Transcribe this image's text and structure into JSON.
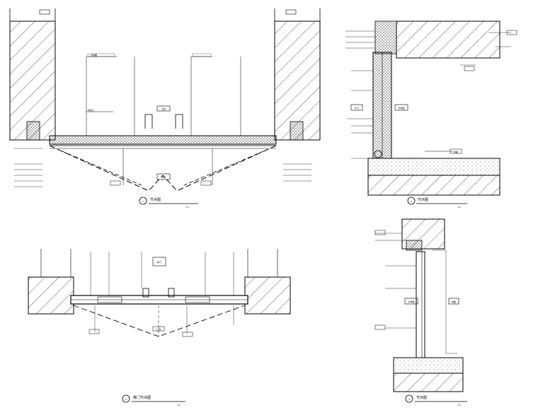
{
  "detail_1": {
    "title": "节点图",
    "scale": "1:5",
    "number": "1",
    "tag": "大样",
    "label_cabinet": "折叠门",
    "label_frame": "木饰面",
    "label_hinge": "五金"
  },
  "detail_2": {
    "title": "节点图",
    "scale": "1:5",
    "number": "2",
    "tag_finish": "木饰面",
    "tag_door": "木门",
    "tag_floor": "地面"
  },
  "detail_3": {
    "title": "移门节点图",
    "scale": "1:5",
    "number": "3",
    "tag_top": "移门",
    "tag_mid": "门洞"
  },
  "detail_4": {
    "title": "节点图",
    "scale": "1:5",
    "number": "4",
    "tag_panel": "木饰面",
    "tag_wall": "墙面"
  },
  "colors": {
    "line": "#000000",
    "hatch": "#333333",
    "bg": "#ffffff"
  }
}
